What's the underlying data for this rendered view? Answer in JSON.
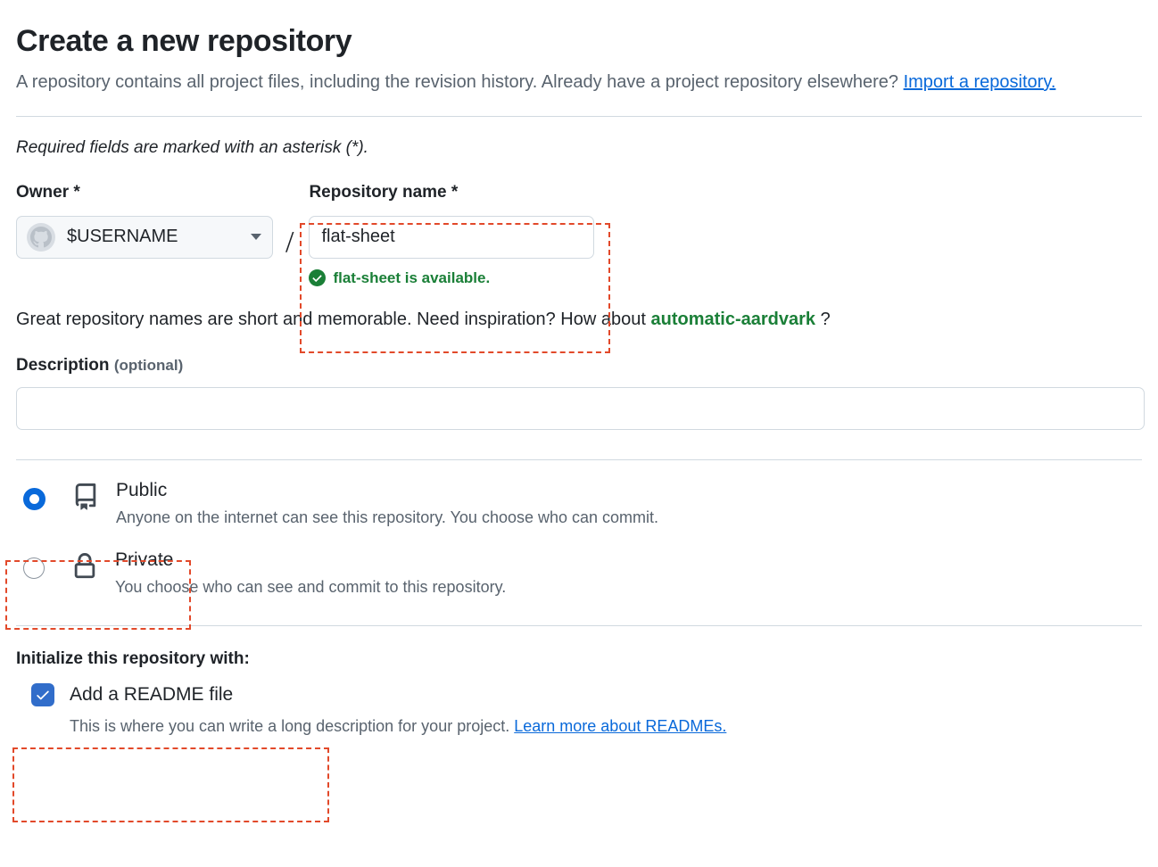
{
  "header": {
    "title": "Create a new repository",
    "description_part1": "A repository contains all project files, including the revision history. Already have a project repository elsewhere?",
    "import_link": "Import a repository.",
    "required_note": "Required fields are marked with an asterisk (*)."
  },
  "owner": {
    "label": "Owner *",
    "value": "$USERNAME",
    "avatar_icon": "github-octocat-avatar-icon",
    "caret_icon": "chevron-down-icon",
    "separator": "/"
  },
  "repo_name": {
    "label": "Repository name *",
    "value": "flat-sheet",
    "placeholder": "",
    "availability_icon": "check-circle-fill-icon",
    "availability_text": "flat-sheet is available."
  },
  "suggestion": {
    "prefix": "Great repository names are short and memorable. Need inspiration? How about",
    "name": "automatic-aardvark",
    "suffix": "?"
  },
  "description": {
    "label": "Description",
    "optional": "(optional)",
    "value": "",
    "placeholder": ""
  },
  "visibility": {
    "options": [
      {
        "id": "public",
        "title": "Public",
        "subtitle": "Anyone on the internet can see this repository. You choose who can commit.",
        "icon": "repo-book-icon",
        "selected": true
      },
      {
        "id": "private",
        "title": "Private",
        "subtitle": "You choose who can see and commit to this repository.",
        "icon": "lock-icon",
        "selected": false
      }
    ]
  },
  "initialize": {
    "label": "Initialize this repository with:",
    "readme_label": "Add a README file",
    "readme_checked": true,
    "readme_check_icon": "check-icon",
    "readme_sub": "This is where you can write a long description for your project.",
    "readme_link": "Learn more about READMEs."
  },
  "colors": {
    "annotation": "#e2492a",
    "link": "#0969da",
    "success": "#1a7f37",
    "accent_blue": "#316dca",
    "muted_text": "#59636e",
    "border": "#d1d9e0"
  }
}
